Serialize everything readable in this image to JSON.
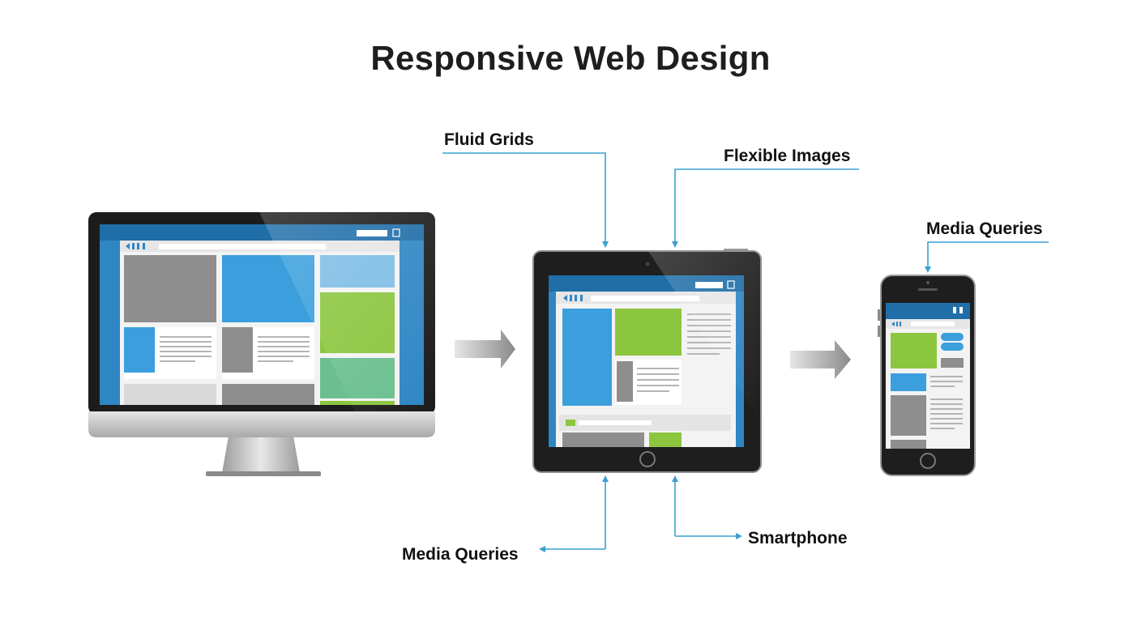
{
  "title": "Responsive Web Design",
  "labels": {
    "fluid_grids": "Fluid Grids",
    "flexible_images": "Flexible Images",
    "media_queries_top": "Media Queries",
    "media_queries_bottom": "Media Queries",
    "smartphone": "Smartphone"
  },
  "colors": {
    "connector": "#3a9fd1",
    "screen_blue": "#3a9fdc",
    "frame_blue": "#2f86c4",
    "content_green": "#8cc63f",
    "content_teal": "#6bbf8f",
    "placeholder_gray": "#8e8e8e",
    "device_black": "#1c1c1c",
    "arrow_gray": "#9a9a9a"
  },
  "devices": [
    "desktop-monitor",
    "tablet",
    "smartphone"
  ]
}
